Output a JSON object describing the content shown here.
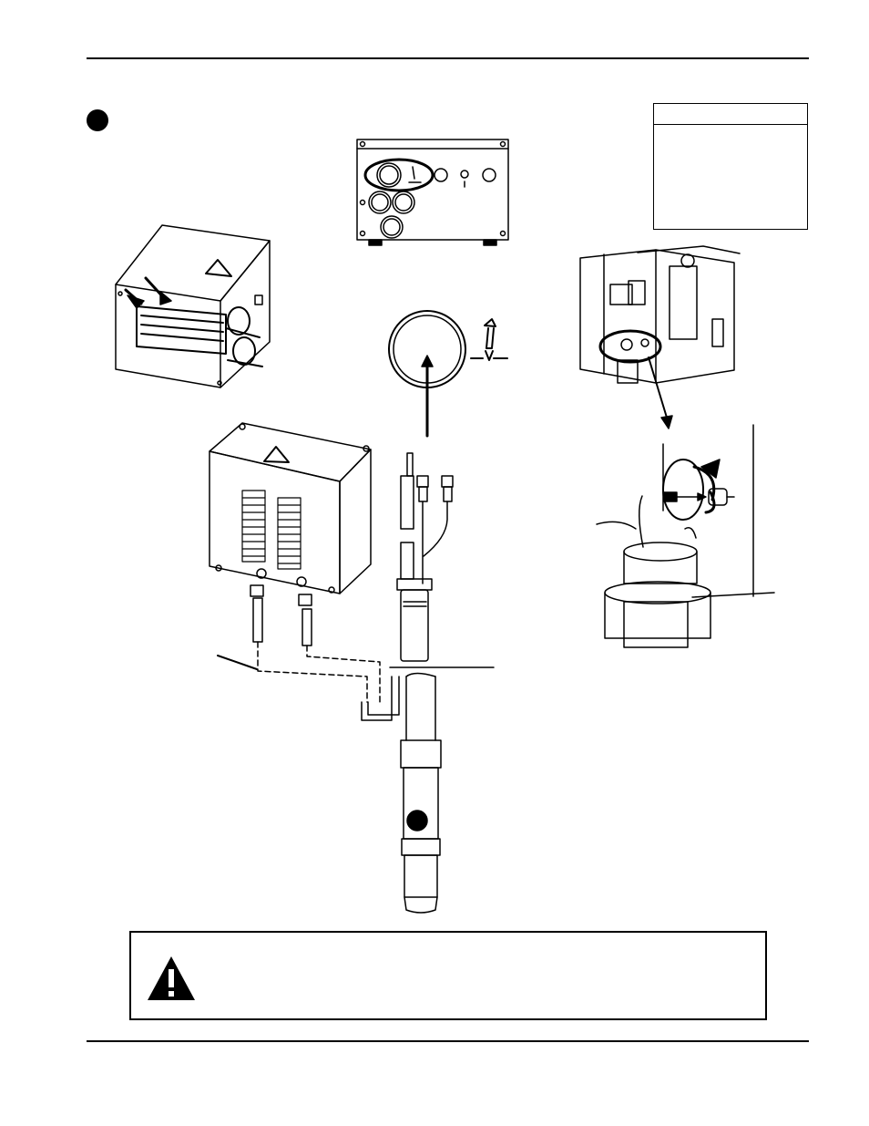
{
  "page": {
    "step_marker": "filled-circle",
    "callout_marker": "filled-circle",
    "legend_box": "empty-table",
    "warning_icon": "warning-triangle-icon",
    "connector_symbol": "torch-lead-symbol-icon"
  },
  "colors": {
    "ink": "#000000",
    "paper": "#ffffff"
  }
}
